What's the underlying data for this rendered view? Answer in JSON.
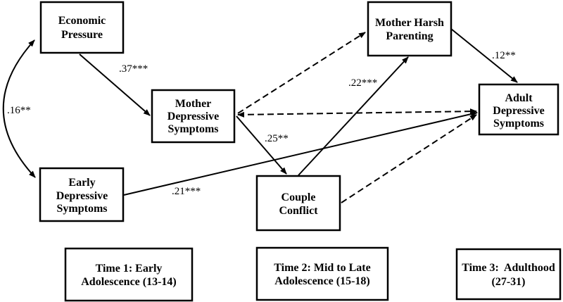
{
  "figure": {
    "background_color": "#ffffff",
    "line_color": "#000000",
    "type": "path-model-diagram"
  },
  "nodes": {
    "economic_pressure": {
      "lines": [
        "Economic",
        "Pressure"
      ]
    },
    "mother_depressive": {
      "lines": [
        "Mother",
        "Depressive",
        "Symptoms"
      ]
    },
    "early_depressive": {
      "lines": [
        "Early",
        "Depressive",
        "Symptoms"
      ]
    },
    "couple_conflict": {
      "lines": [
        "Couple",
        "Conflict"
      ]
    },
    "mother_harsh": {
      "lines": [
        "Mother Harsh",
        "Parenting"
      ]
    },
    "adult_depressive": {
      "lines": [
        "Adult",
        "Depressive",
        "Symptoms"
      ]
    }
  },
  "timeline": {
    "time1": {
      "lines": [
        "Time 1: Early",
        "Adolescence (13-14)"
      ]
    },
    "time2": {
      "lines": [
        "Time 2: Mid to Late",
        "Adolescence (15-18)"
      ]
    },
    "time3": {
      "lines": [
        "Time 3:  Adulthood",
        "(27-31)"
      ]
    }
  },
  "paths": {
    "ep_with_eds": {
      "label": ".16**",
      "style": "solid",
      "shape": "curved",
      "arrows": "both",
      "from": "economic_pressure",
      "to": "early_depressive"
    },
    "ep_to_mds": {
      "label": ".37***",
      "style": "solid",
      "arrows": "end",
      "from": "economic_pressure",
      "to": "mother_depressive"
    },
    "mds_to_cc": {
      "label": ".25**",
      "style": "solid",
      "arrows": "end",
      "from": "mother_depressive",
      "to": "couple_conflict"
    },
    "cc_to_mhp": {
      "label": ".22***",
      "style": "solid",
      "arrows": "end",
      "from": "couple_conflict",
      "to": "mother_harsh"
    },
    "mhp_to_ads": {
      "label": ".12**",
      "style": "solid",
      "arrows": "end",
      "from": "mother_harsh",
      "to": "adult_depressive"
    },
    "eds_to_ads": {
      "label": ".21***",
      "style": "solid",
      "arrows": "end",
      "from": "early_depressive",
      "to": "adult_depressive"
    },
    "mds_to_mhp": {
      "label": "",
      "style": "dashed",
      "arrows": "end",
      "from": "mother_depressive",
      "to": "mother_harsh"
    },
    "mds_with_ads": {
      "label": "",
      "style": "dashed",
      "arrows": "both",
      "from": "mother_depressive",
      "to": "adult_depressive"
    },
    "cc_to_ads": {
      "label": "",
      "style": "dashed",
      "arrows": "end",
      "from": "couple_conflict",
      "to": "adult_depressive"
    }
  }
}
